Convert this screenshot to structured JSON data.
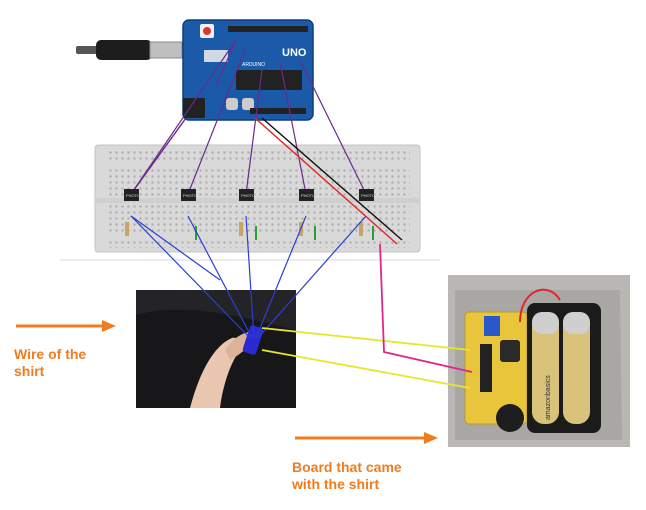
{
  "labels": {
    "shirt_wire": "Wire of the\nshirt",
    "board": "Board that came\nwith the shirt"
  },
  "arduino": {
    "logo_text": "UNO",
    "brand_text": "ARDUINO"
  },
  "sensors": {
    "chip_text": "PHOTO",
    "count": 5
  },
  "battery": {
    "brand_text": "amazonbasics"
  },
  "colors": {
    "arrow": "#f07c1e",
    "label": "#f07c1e",
    "arduino_board": "#1a5aa8",
    "breadboard": "#d9d9d9",
    "wire_purple": "#6a2a8c",
    "wire_blue": "#2b3fcf",
    "wire_yellow": "#e6e62a",
    "wire_pink": "#e0268a",
    "wire_red": "#e0261e",
    "wire_black": "#111111",
    "pcb": "#e8c53a"
  }
}
